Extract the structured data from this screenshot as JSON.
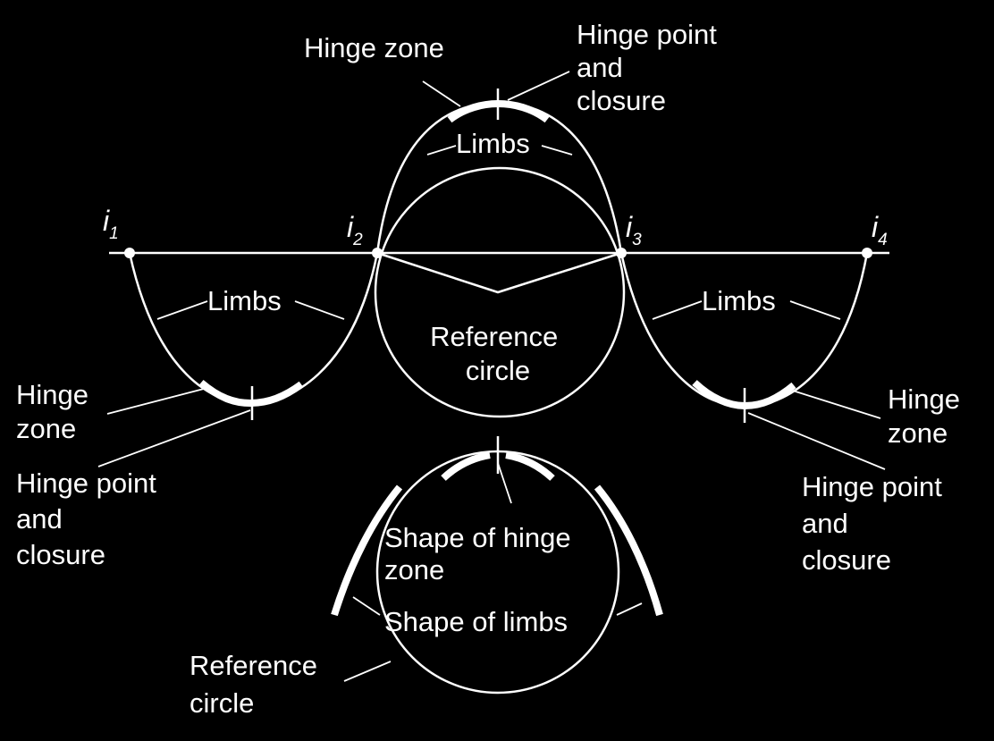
{
  "inflection_points": [
    {
      "letter": "i",
      "sub": "1"
    },
    {
      "letter": "i",
      "sub": "2"
    },
    {
      "letter": "i",
      "sub": "3"
    },
    {
      "letter": "i",
      "sub": "4"
    }
  ],
  "labels": {
    "top_hinge_zone": "Hinge zone",
    "top_hinge_point": [
      "Hinge point",
      "and",
      "closure"
    ],
    "top_limbs": "Limbs",
    "left_limbs": "Limbs",
    "right_limbs": "Limbs",
    "ref_circle_mid": [
      "Reference",
      "circle"
    ],
    "left_hinge_zone": [
      "Hinge",
      "zone"
    ],
    "left_hinge_point": [
      "Hinge point",
      "and",
      "closure"
    ],
    "right_hinge_zone": [
      "Hinge",
      "zone"
    ],
    "right_hinge_point": [
      "Hinge point",
      "and",
      "closure"
    ],
    "shape_hinge_zone": [
      "Shape of hinge",
      "zone"
    ],
    "shape_limbs": "Shape of limbs",
    "ref_circle_bottom": [
      "Reference",
      "circle"
    ]
  }
}
